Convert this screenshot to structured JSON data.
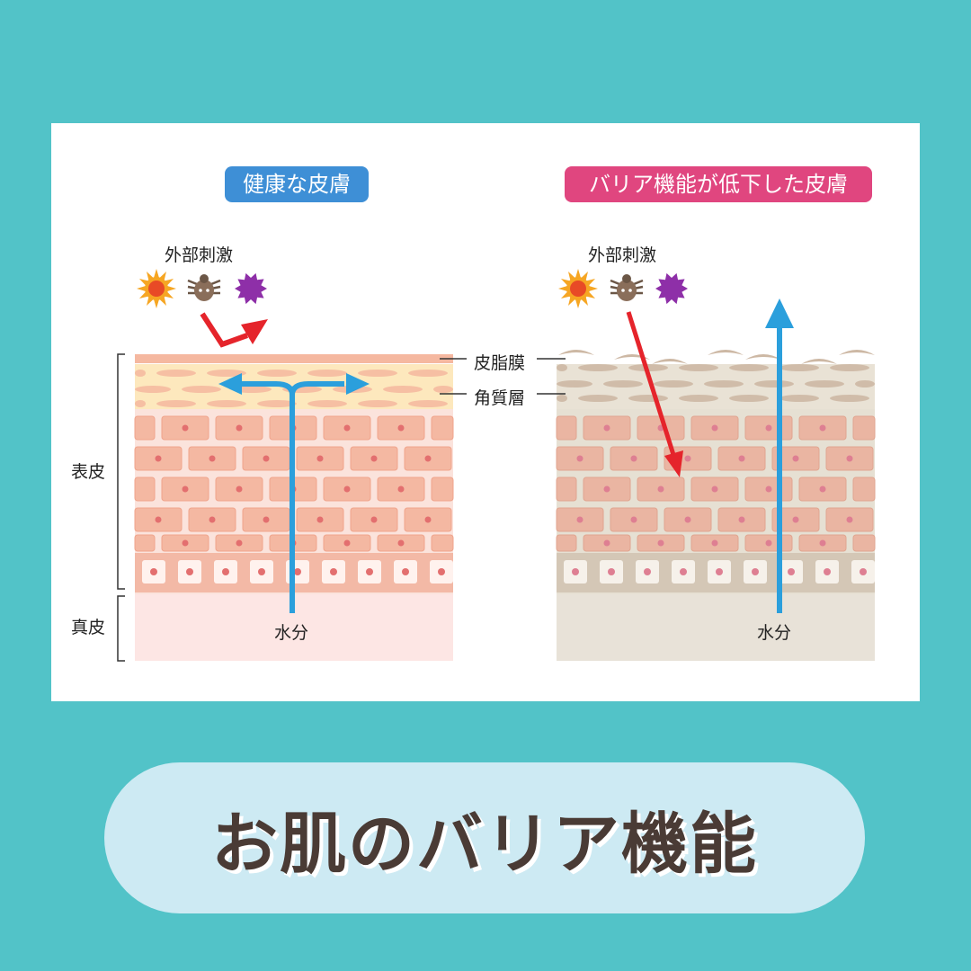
{
  "panel": {
    "healthy_label": "健康な皮膚",
    "damaged_label": "バリア機能が低下した皮膚",
    "stimulus_left": "外部刺激",
    "stimulus_right": "外部刺激",
    "sebum_membrane": "皮脂膜",
    "stratum_corneum": "角質層",
    "epidermis": "表皮",
    "dermis": "真皮",
    "water_left": "水分",
    "water_right": "水分"
  },
  "icons": [
    "sun-icon",
    "mite-icon",
    "pollen-icon"
  ],
  "colors": {
    "background": "#52c3c8",
    "healthy_accent": "#3e8fd6",
    "damaged_accent": "#e0467f",
    "arrow_blue": "#2b9fdc",
    "arrow_red": "#e5242b"
  },
  "title": "お肌のバリア機能"
}
